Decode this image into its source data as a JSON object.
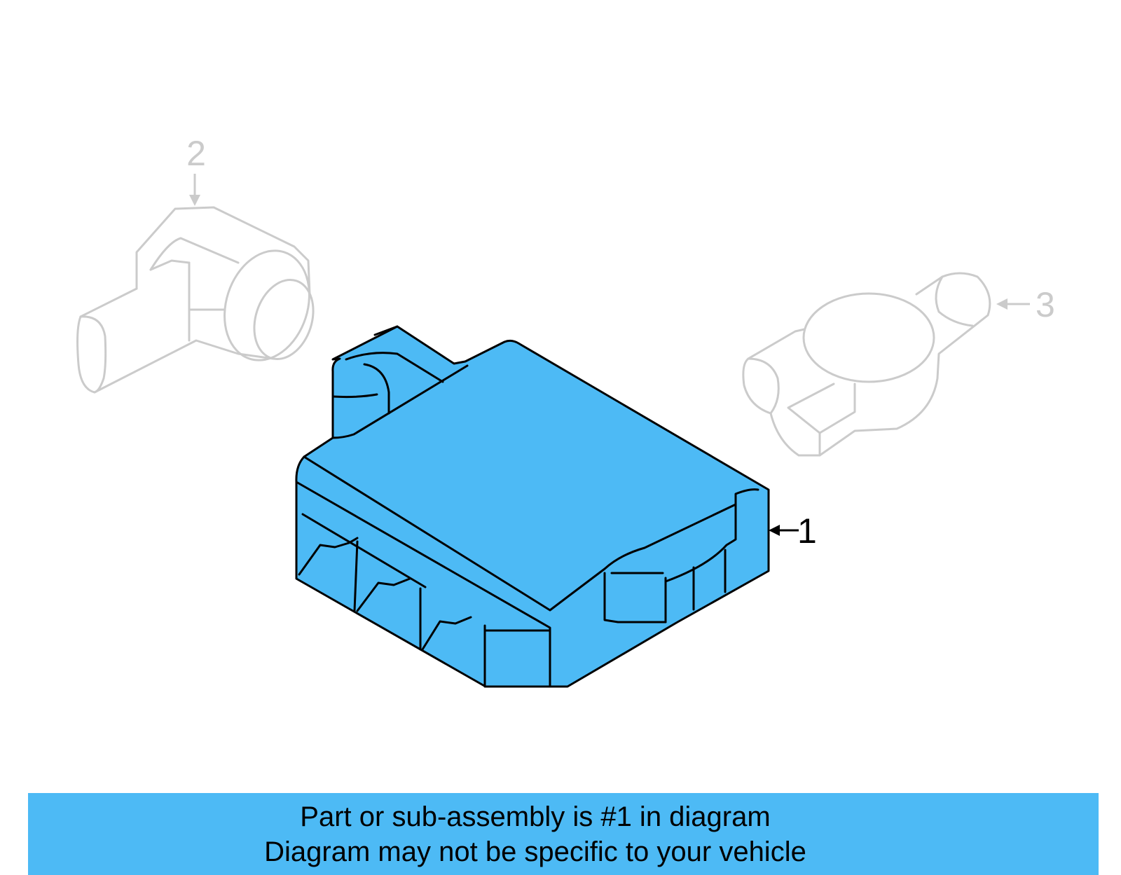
{
  "diagram": {
    "callouts": {
      "part_1": "1",
      "part_2": "2",
      "part_3": "3"
    },
    "colors": {
      "highlight_fill": "#4DBAF5",
      "highlight_stroke": "#000000",
      "ghost_stroke": "#CBCBCB",
      "banner_fill": "#4DBAF5"
    }
  },
  "banner": {
    "line1": "Part or sub-assembly is #1 in diagram",
    "line2": "Diagram may not be specific to your vehicle"
  }
}
